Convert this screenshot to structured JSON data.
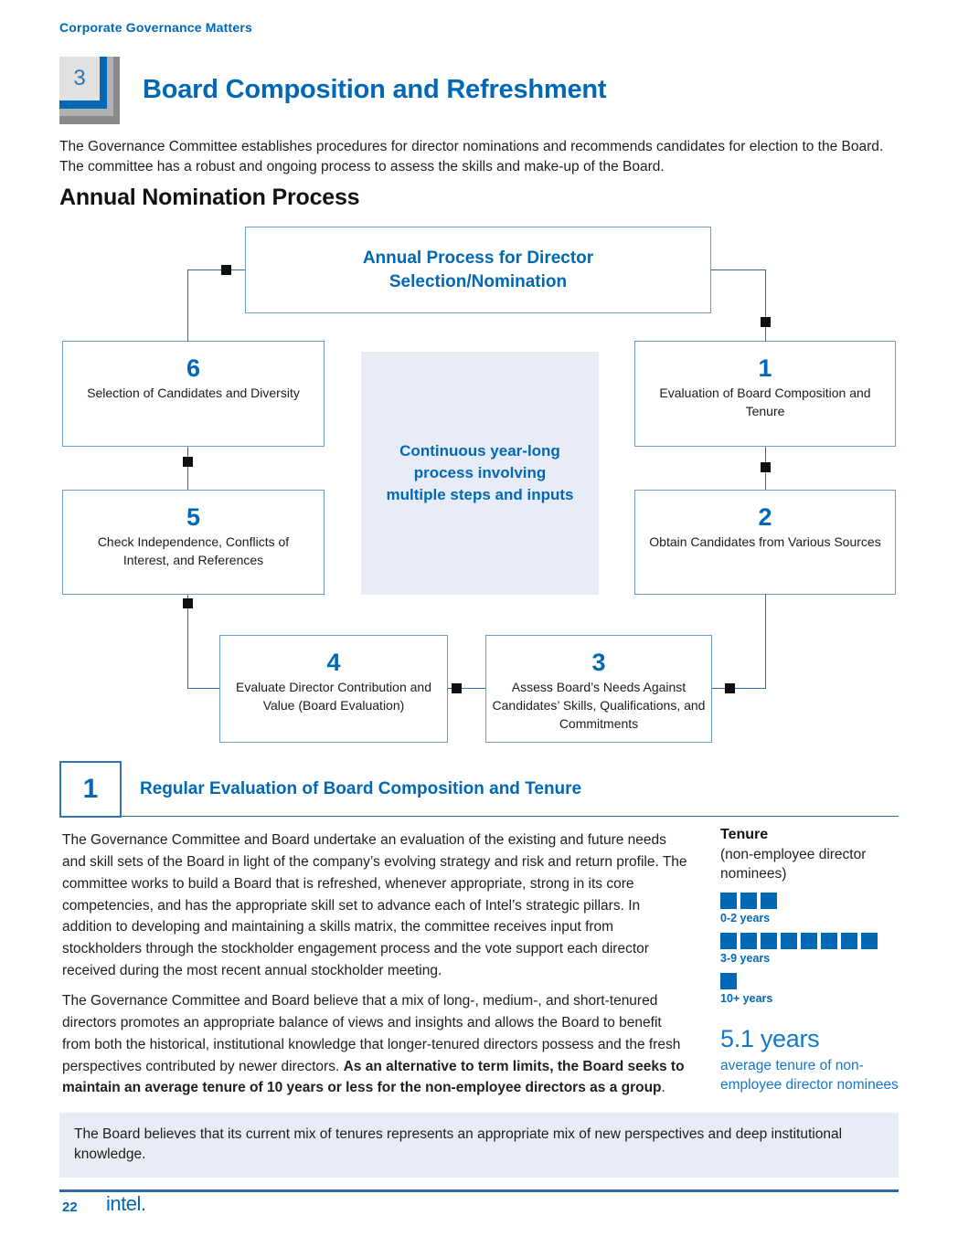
{
  "page": {
    "eyebrow": "Corporate Governance Matters",
    "chapter_number": "3",
    "title": "Board Composition and Refreshment",
    "intro": "The Governance Committee establishes procedures for director nominations and recommends candidates for election to the Board. The committee has a robust and ongoing process to assess the skills and make-up of the Board.",
    "subheading": "Annual Nomination Process"
  },
  "diagram": {
    "hub_title": "Annual Process for Director Selection/Nomination",
    "center_note": "Continuous year-long process involving multiple steps and inputs",
    "steps": [
      {
        "number": "1",
        "label": "Evaluation of Board Composition and Tenure"
      },
      {
        "number": "2",
        "label": "Obtain Candidates from Various Sources"
      },
      {
        "number": "3",
        "label": "Assess Board’s Needs Against Candidates’ Skills, Qualifications, and Commitments"
      },
      {
        "number": "4",
        "label": "Evaluate Director Contribution and Value (Board Evaluation)"
      },
      {
        "number": "5",
        "label": "Check Independence, Conflicts of Interest, and References"
      },
      {
        "number": "6",
        "label": "Selection of Candidates and Diversity"
      }
    ]
  },
  "section1": {
    "number": "1",
    "heading": "Regular Evaluation of Board Composition and Tenure",
    "paragraph1": "The Governance Committee and Board undertake an evaluation of the existing and future needs and skill sets of the Board in light of the company’s evolving strategy and risk and return profile. The committee works to build a Board that is refreshed, whenever appropriate, strong in its core competencies, and has the appropriate skill set to advance each of Intel’s strategic pillars. In addition to developing and maintaining a skills matrix, the committee receives input from stockholders through the stockholder engagement process and the vote support each director received during the most recent annual stockholder meeting.",
    "paragraph2_regular": "The Governance Committee and Board believe that a mix of long-, medium-, and short-tenured directors promotes an appropriate balance of views and insights and allows the Board to benefit from both the historical, institutional knowledge that longer-tenured directors possess and the fresh perspectives contributed by newer directors. ",
    "paragraph2_bold": "As an alternative to term limits, the Board seeks to maintain an average tenure of 10 years or less for the non-employee directors as a group",
    "paragraph2_end": ".",
    "callout": "The Board believes that its current mix of tenures represents an appropriate mix of new perspectives and deep institutional knowledge."
  },
  "tenure": {
    "title": "Tenure",
    "subtitle": "(non-employee director nominees)",
    "rows": [
      {
        "label": "0-2 years",
        "count": 3
      },
      {
        "label": "3-9 years",
        "count": 8
      },
      {
        "label": "10+ years",
        "count": 1
      }
    ],
    "stat_value": "5.1 years",
    "stat_caption": "average tenure of non-employee director nominees",
    "square_color": "#0068b5"
  },
  "footer": {
    "page_number": "22",
    "logo_text": "intel."
  },
  "colors": {
    "intel_blue": "#0068b5",
    "light_blue_text": "#1577cc",
    "panel_background": "#e8ecf6",
    "connector_blue": "#2e6da4"
  }
}
